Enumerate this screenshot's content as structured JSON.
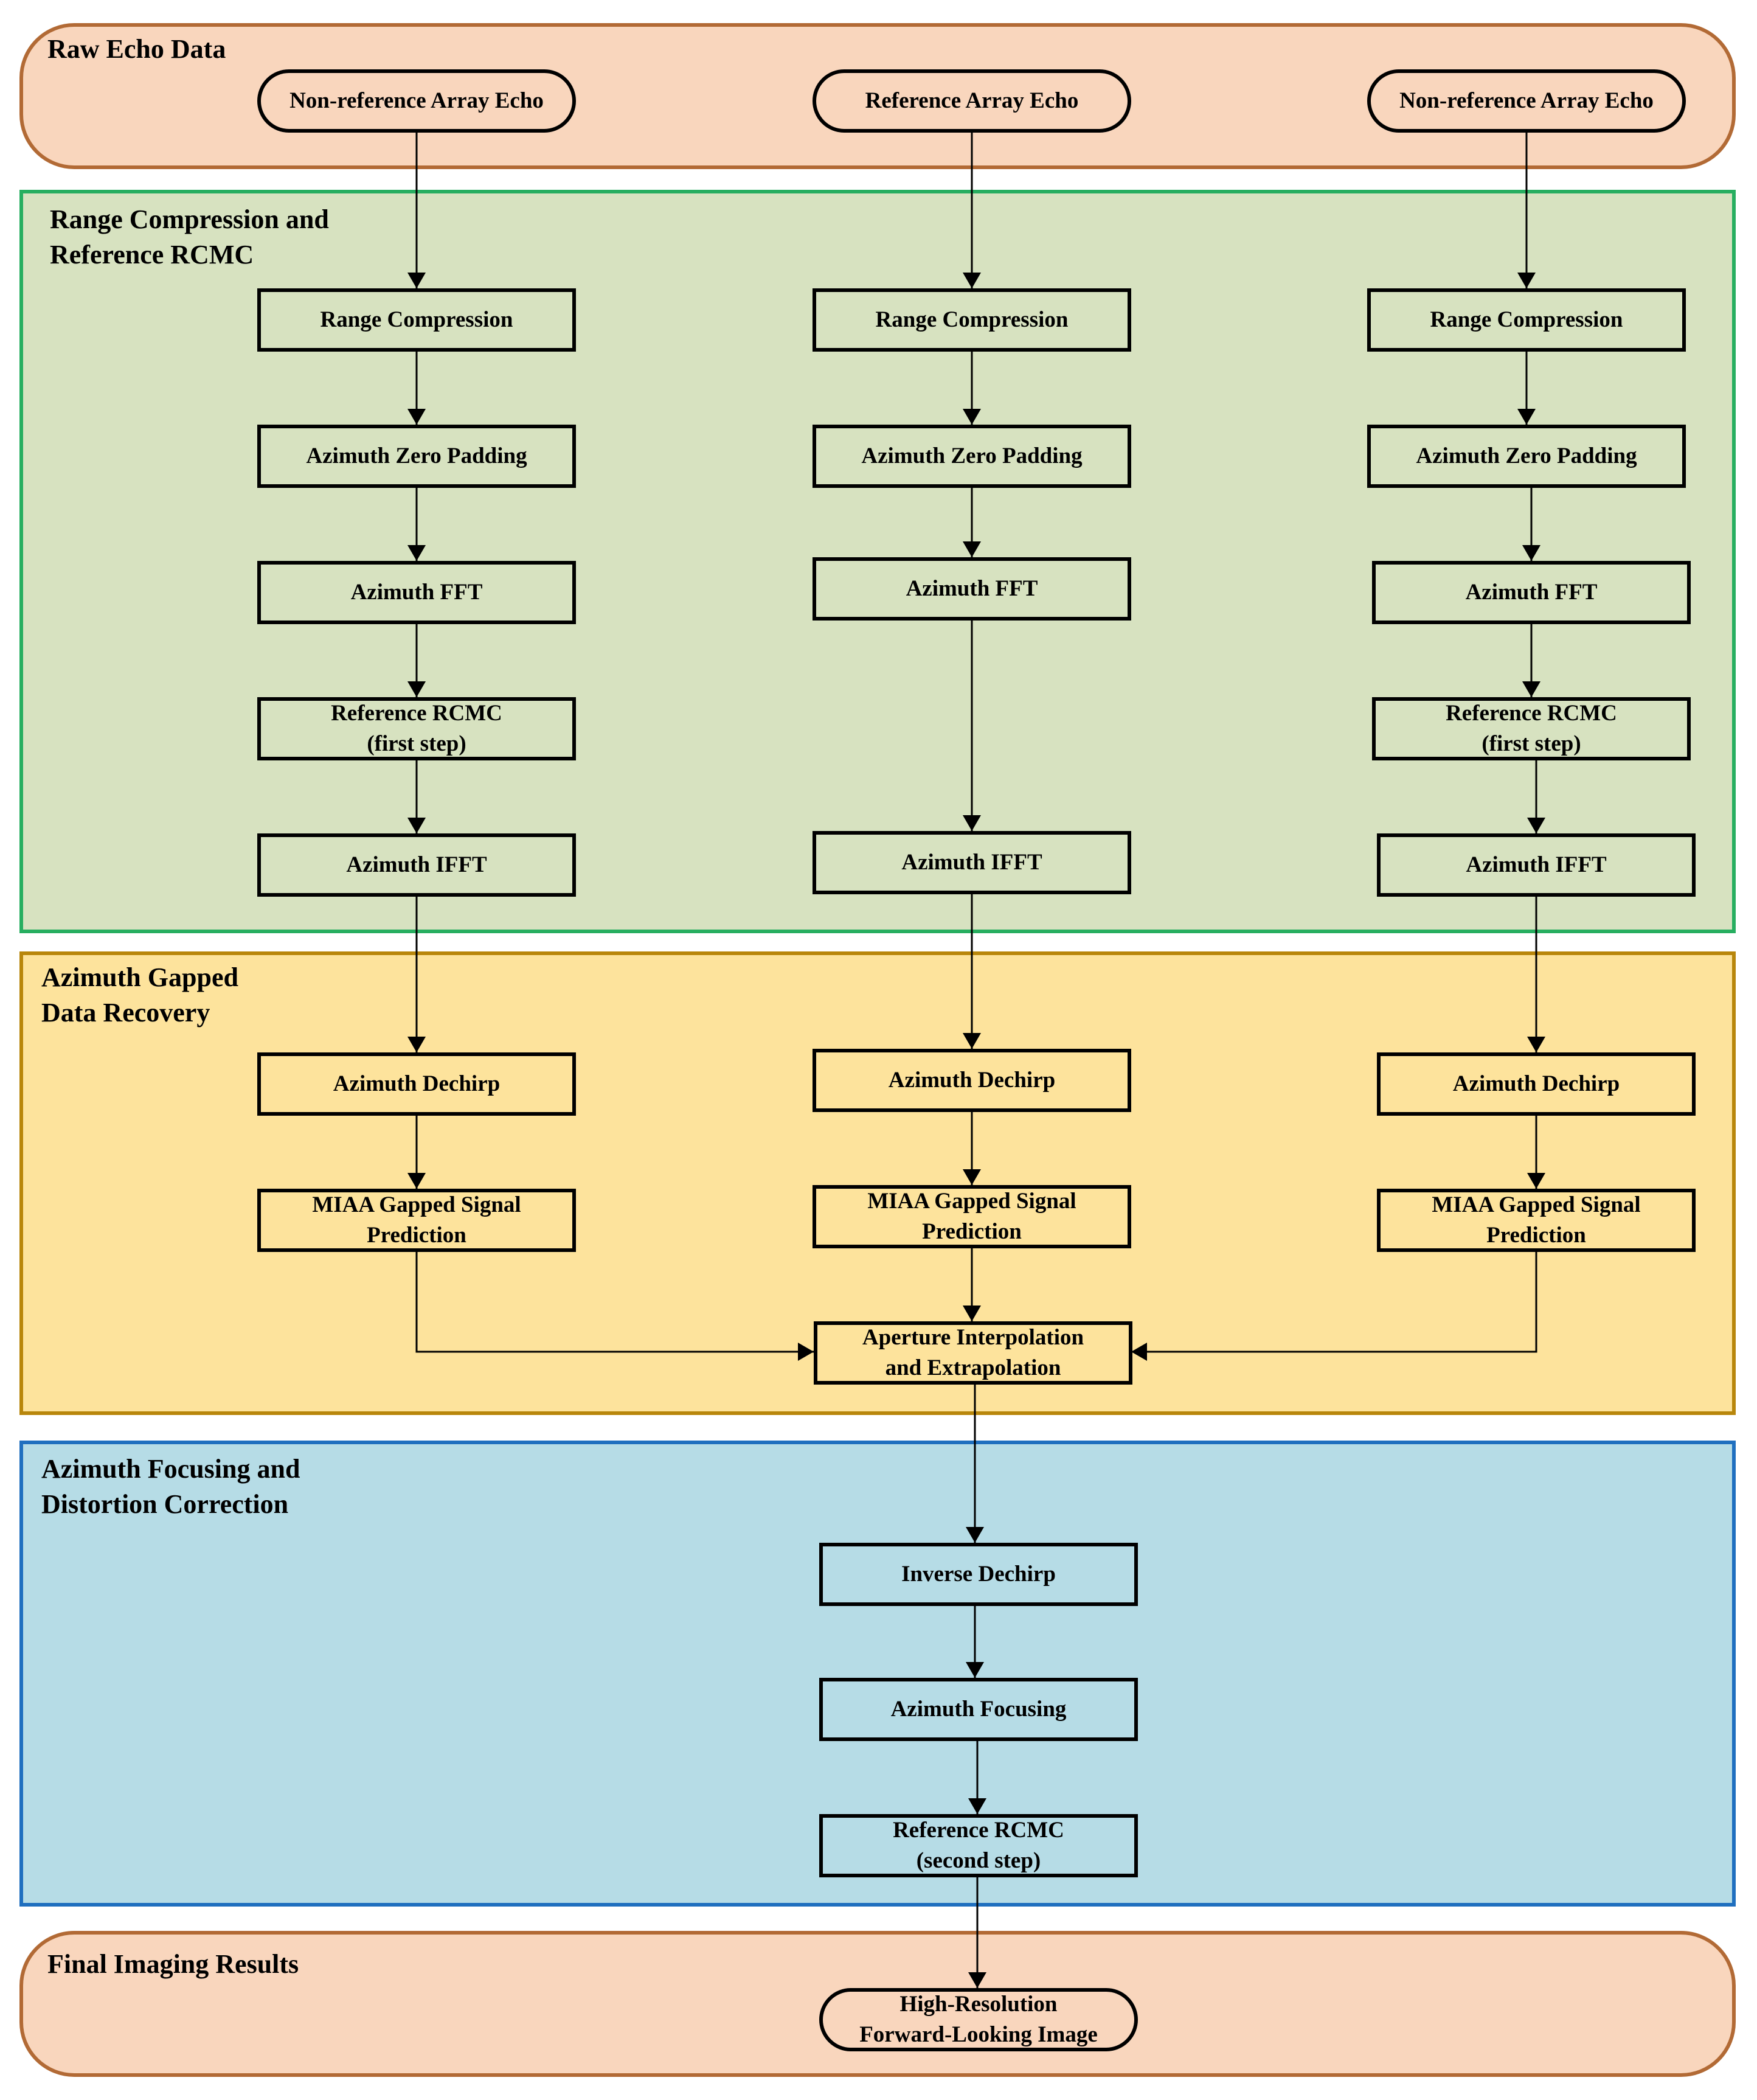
{
  "colors": {
    "raw_fill": "#F9D6BD",
    "raw_border": "#B26A35",
    "range_fill": "#D7E2C0",
    "range_border": "#27AE60",
    "gap_fill": "#FDE39C",
    "gap_border": "#B8860B",
    "focus_fill": "#B6DCE6",
    "focus_border": "#1F6FBF",
    "final_fill": "#F9D6BD",
    "final_border": "#B26A35"
  },
  "sections": {
    "raw": "Raw Echo Data",
    "range": "Range Compression and\n   Reference RCMC",
    "gap": "Azimuth Gapped\n   Data Recovery",
    "focus": "Azimuth Focusing and\nDistortion Correction",
    "final": "Final Imaging Results"
  },
  "inputs": {
    "left": "Non-reference Array Echo",
    "center": "Reference Array Echo",
    "right": "Non-reference Array Echo"
  },
  "steps": {
    "range_compression": "Range Compression",
    "zero_padding": "Azimuth Zero Padding",
    "fft": "Azimuth FFT",
    "ref_rcmc_first": "Reference RCMC\n(first step)",
    "ifft": "Azimuth IFFT",
    "dechirp": "Azimuth Dechirp",
    "miaa_side": "MIAA Gapped Signal\nPrediction",
    "miaa_center": "MIAA Gapped Signal\nPrediction",
    "aperture": "Aperture Interpolation\nand Extrapolation",
    "inverse_dechirp": "Inverse Dechirp",
    "azimuth_focusing": "Azimuth Focusing",
    "ref_rcmc_second": "Reference RCMC\n(second step)"
  },
  "output": "High-Resolution\nForward-Looking Image"
}
